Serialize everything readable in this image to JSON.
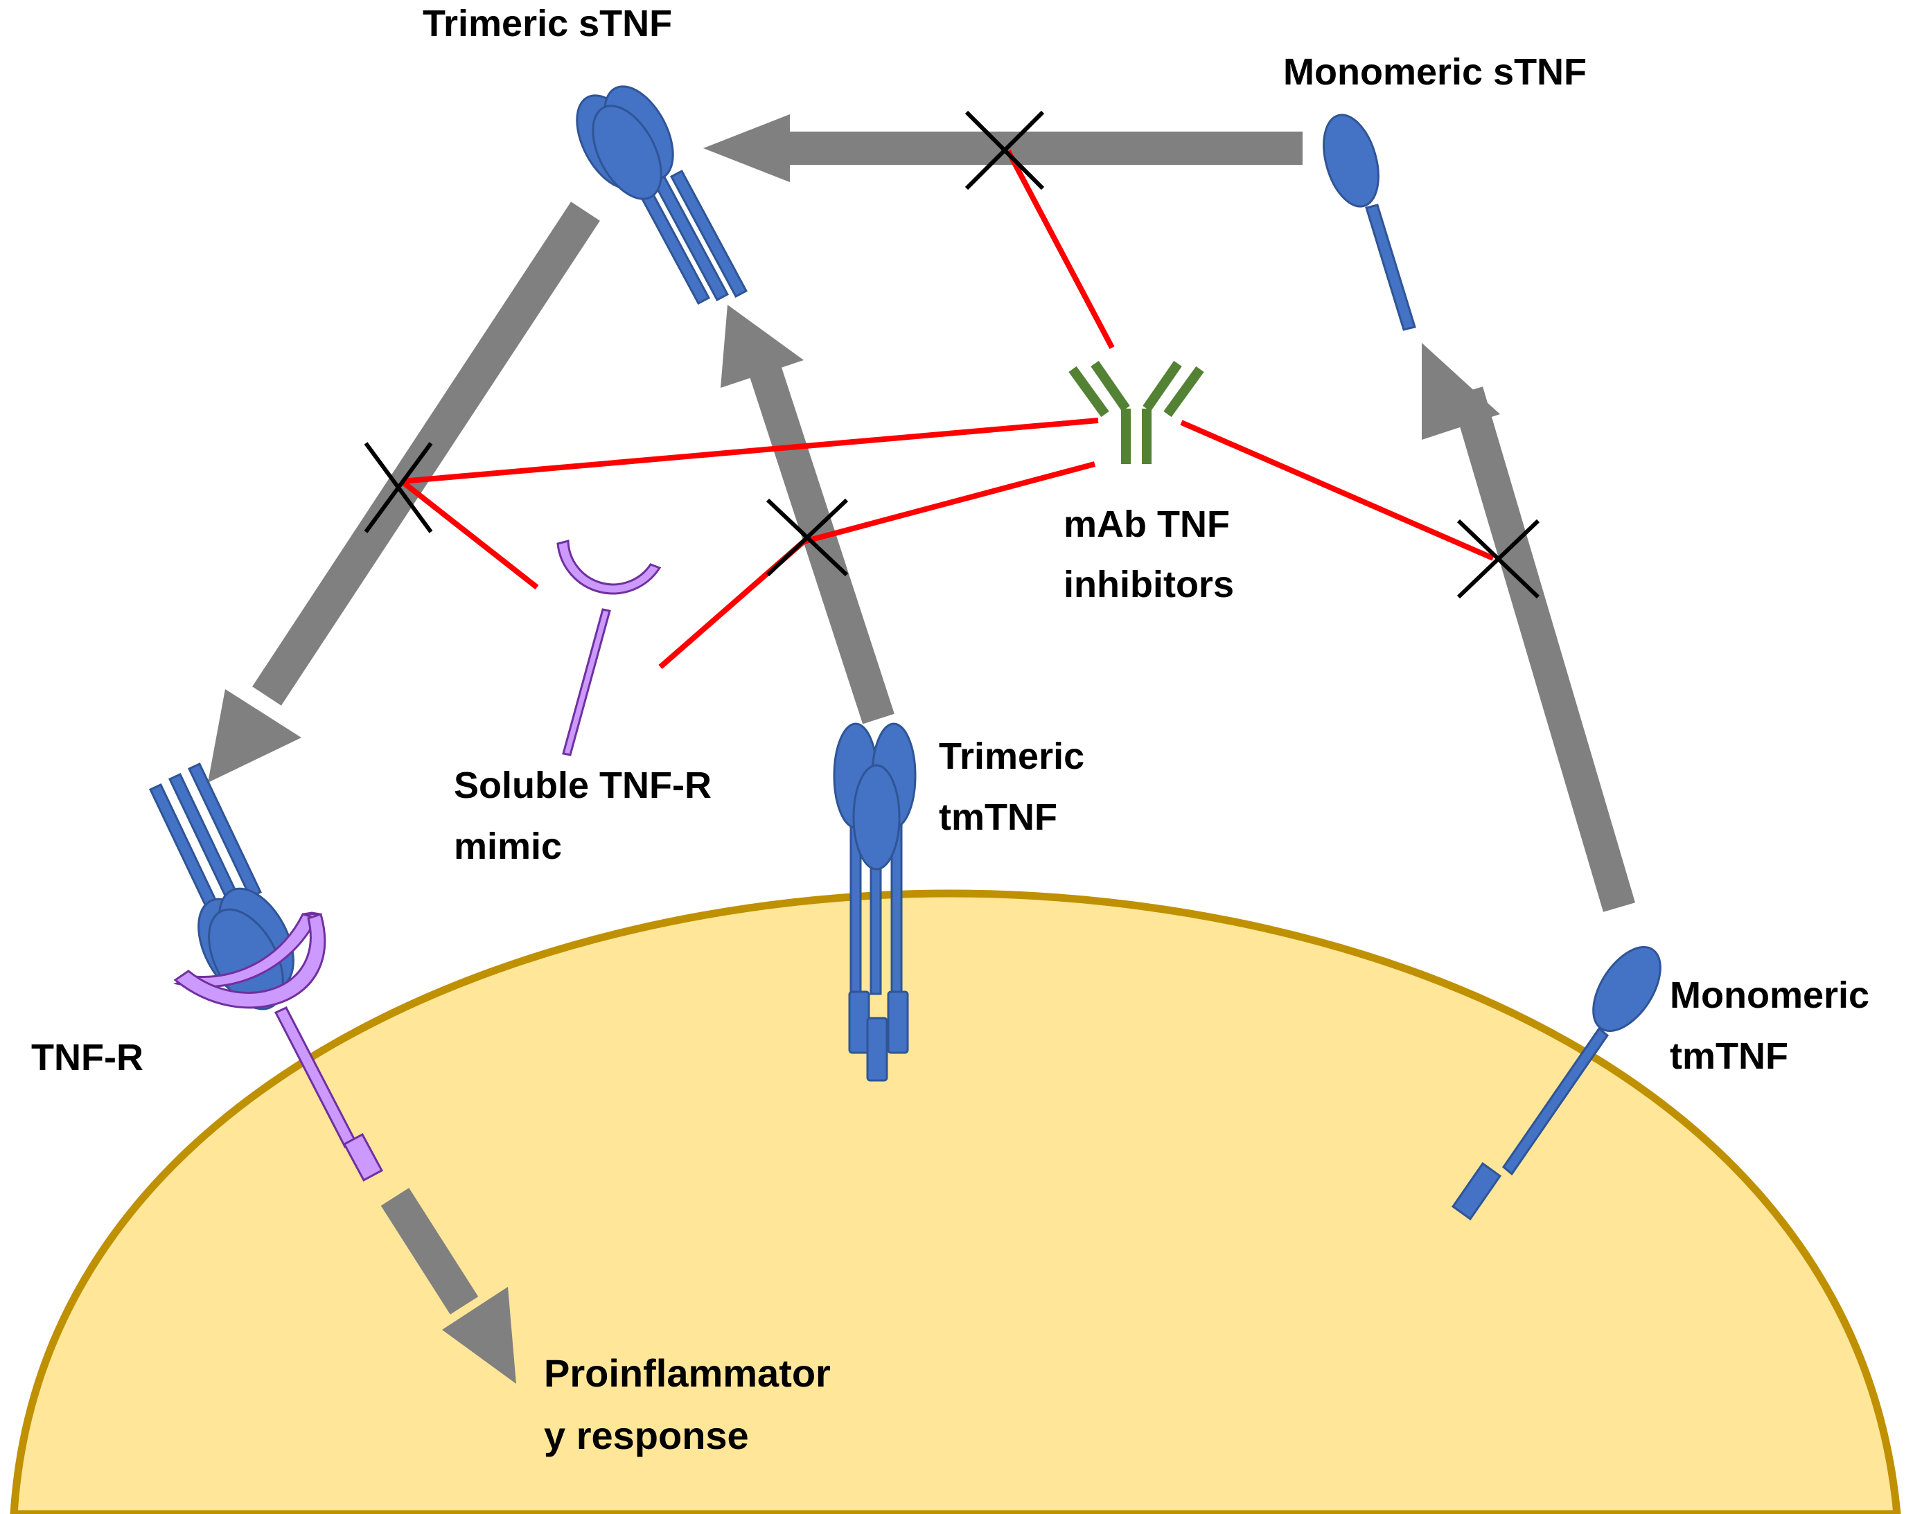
{
  "labels": {
    "trimeric_stnf": "Trimeric sTNF",
    "monomeric_stnf": "Monomeric sTNF",
    "mab_line1": "mAb TNF",
    "mab_line2": "inhibitors",
    "soluble_line1": "Soluble TNF-R",
    "soluble_line2": "mimic",
    "trimeric_tmtnf_line1": "Trimeric",
    "trimeric_tmtnf_line2": "tmTNF",
    "monomeric_tmtnf_line1": "Monomeric",
    "monomeric_tmtnf_line2": "tmTNF",
    "tnfr": "TNF-R",
    "response_line1": "Proinflammator",
    "response_line2": "y response"
  },
  "colors": {
    "tnf_blue": "#4472C4",
    "tnf_outline": "#2F5597",
    "receptor_purple": "#CC99FF",
    "receptor_outline": "#7030A0",
    "antibody_green": "#548235",
    "arrow_gray": "#808080",
    "inhibition_red": "#FF0000",
    "block_mark": "#000000",
    "cell_fill": "#FFE699",
    "cell_outline": "#BF9000"
  }
}
